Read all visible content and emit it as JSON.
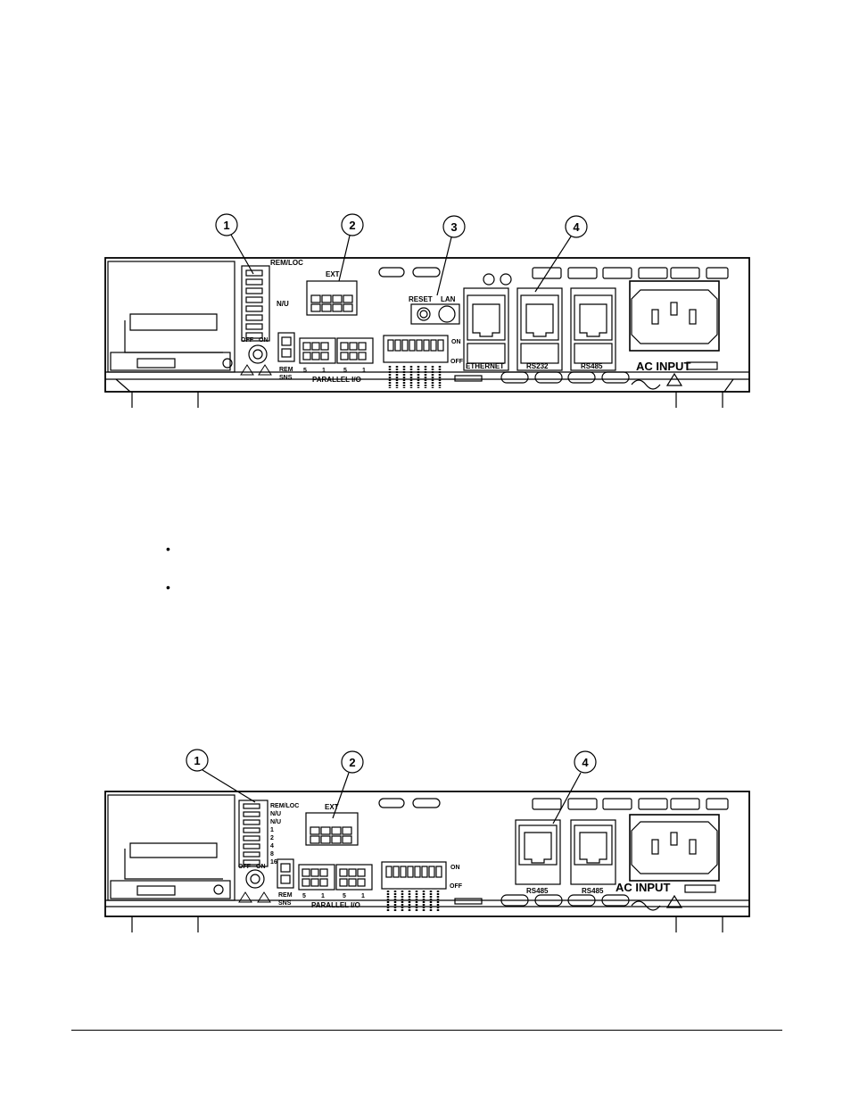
{
  "figures": [
    {
      "callouts": [
        "1",
        "2",
        "3",
        "4"
      ],
      "panel": {
        "dip_top_label": "REM/LOC",
        "dip_mid_label": "N/U",
        "knob_off": "OFF",
        "knob_on": "ON",
        "ext_label": "EXT",
        "rem_sns": [
          "REM",
          "SNS"
        ],
        "parallel_label": "PARALLEL I/O",
        "parallel_pins": [
          "5",
          "1",
          "5",
          "1"
        ],
        "dip_on": "ON",
        "dip_off": "OFF",
        "reset_label": "RESET",
        "lan_label": "LAN",
        "port1_label": "ETHERNET",
        "port2_label": "RS232",
        "port3_label": "RS485",
        "ac_label": "AC INPUT"
      }
    },
    {
      "callouts": [
        "1",
        "2",
        "4"
      ],
      "panel": {
        "dip_labels": [
          "REM/LOC",
          "N/U",
          "N/U",
          "1",
          "2",
          "4",
          "8",
          "16"
        ],
        "knob_off": "OFF",
        "knob_on": "ON",
        "ext_label": "EXT",
        "rem_sns": [
          "REM",
          "SNS"
        ],
        "parallel_label": "PARALLEL I/O",
        "parallel_pins": [
          "5",
          "1",
          "5",
          "1"
        ],
        "dip_on": "ON",
        "dip_off": "OFF",
        "port1_label": "RS485",
        "port2_label": "RS485",
        "ac_label": "AC INPUT"
      }
    }
  ],
  "bullets": [
    "•",
    "•"
  ]
}
